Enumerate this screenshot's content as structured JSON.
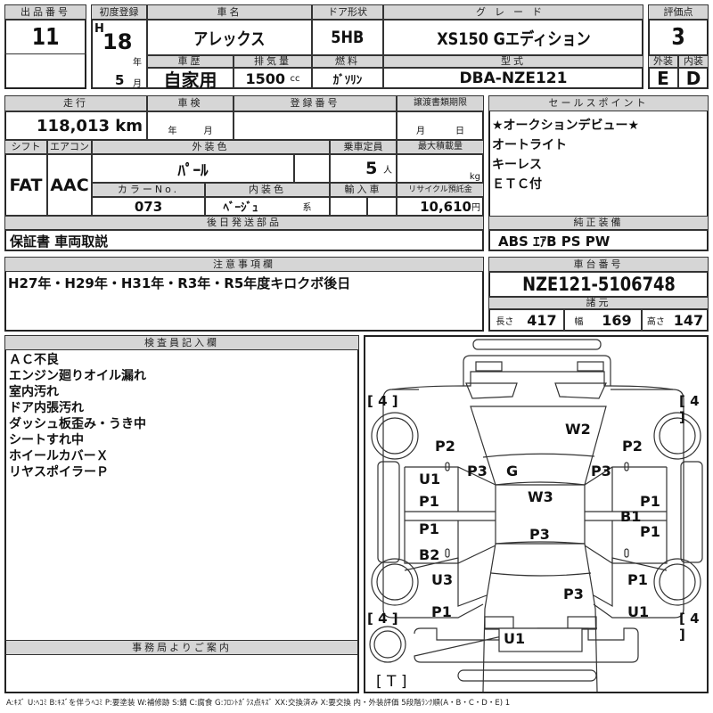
{
  "lot": {
    "label": "出品番号",
    "value": "11"
  },
  "first_reg": {
    "label": "初度登録",
    "era": "H",
    "year": "18",
    "year_unit": "年",
    "month": "5",
    "month_unit": "月"
  },
  "car_name": {
    "label": "車名",
    "value": "アレックス"
  },
  "door": {
    "label": "ドア形状",
    "value": "5HB"
  },
  "grade": {
    "label": "グレード",
    "value": "XS150 Gエディション"
  },
  "score": {
    "label": "評価点",
    "value": "3",
    "ext_label": "外装",
    "int_label": "内装",
    "ext": "E",
    "int": "D"
  },
  "history": {
    "label": "車歴",
    "value": "自家用"
  },
  "displacement": {
    "label": "排気量",
    "value": "1500",
    "unit": "cc"
  },
  "fuel": {
    "label": "燃料",
    "value": "ｶﾞｿﾘﾝ"
  },
  "model": {
    "label": "型式",
    "value": "DBA-NZE121"
  },
  "mileage": {
    "label": "走行",
    "value": "118,013 km"
  },
  "inspection": {
    "label": "車検",
    "year_unit": "年",
    "month_unit": "月"
  },
  "reg_no": {
    "label": "登録番号"
  },
  "transfer": {
    "label": "譲渡書類期限",
    "month_unit": "月",
    "day_unit": "日"
  },
  "shift": {
    "label": "シフト",
    "value": "FAT"
  },
  "ac": {
    "label": "エアコン",
    "value": "AAC"
  },
  "ext_color": {
    "label": "外装色",
    "value": "ﾊﾟｰﾙ"
  },
  "capacity": {
    "label": "乗車定員",
    "value": "5",
    "unit": "人"
  },
  "max_load": {
    "label": "最大積載量",
    "unit": "kg"
  },
  "color_no": {
    "label": "カラーNo.",
    "value": "073"
  },
  "int_color": {
    "label": "内装色",
    "value": "ﾍﾞｰｼﾞｭ",
    "unit": "系"
  },
  "import": {
    "label": "輸入車"
  },
  "recycle": {
    "label": "リサイクル預託金",
    "value": "10,610",
    "unit": "円"
  },
  "later_parts": {
    "label": "後日発送部品",
    "value": "保証書 車両取説"
  },
  "sales_points": {
    "label": "セールスポイント",
    "items": [
      "★オークションデビュー★",
      "オートライト",
      "キーレス",
      "ＥＴＣ付"
    ]
  },
  "equipment": {
    "label": "純正装備",
    "value": "ABS ｴｱB PS PW"
  },
  "notes": {
    "label": "注意事項欄",
    "value": "H27年・H29年・H31年・R3年・R5年度キロクボ後日"
  },
  "chassis": {
    "label": "車台番号",
    "value": "NZE121-5106748"
  },
  "specs": {
    "label": "諸元",
    "length_label": "長さ",
    "length": "417",
    "width_label": "幅",
    "width": "169",
    "height_label": "高さ",
    "height": "147"
  },
  "inspector": {
    "label": "検査員記入欄",
    "items": [
      "ＡＣ不良",
      "エンジン廻りオイル漏れ",
      "室内汚れ",
      "ドア内張汚れ",
      "ダッシュ板歪み・うき中",
      "シートすれ中",
      "ホイールカバーＸ",
      "リヤスポイラーＰ"
    ]
  },
  "office": {
    "label": "事務局よりご案内"
  },
  "diagram": {
    "tires": [
      "[ 4 ]",
      "[ 4 ]",
      "[ 4 ]",
      "[ 4 ]"
    ],
    "spare": "[ T ]",
    "marks": [
      "W2",
      "P2",
      "P2",
      "P3",
      "G",
      "P3",
      "U1",
      "P1",
      "W3",
      "P1",
      "B1",
      "P1",
      "P3",
      "P1",
      "B2",
      "U3",
      "P1",
      "P3",
      "P1",
      "U1",
      "U1"
    ]
  },
  "legend": "A:ｷｽﾞ U:ﾍｺﾐ B:ｷｽﾞを伴うﾍｺﾐ P:要塗装 W:補修跡 S:錆 C:腐食 G:ﾌﾛﾝﾄｶﾞﾗｽ点ｷｽﾞ XX:交換済み X:要交換 内・外装評価 5段階ﾗﾝｸ順(A・B・C・D・E) 1"
}
